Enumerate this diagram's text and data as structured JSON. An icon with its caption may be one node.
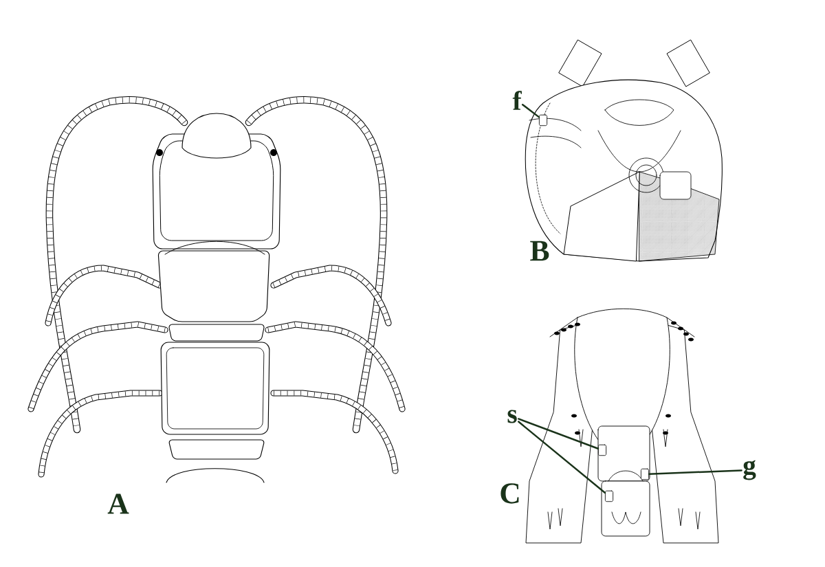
{
  "diagram": {
    "nodes": [
      {
        "text": [
          "f"
        ]
      },
      {
        "text": [],
        "shape": "box"
      },
      {
        "text": [
          "s"
        ]
      },
      {
        "text": [],
        "shape": "box"
      },
      {
        "text": [],
        "shape": "box"
      },
      {
        "text": [
          "g"
        ]
      },
      {
        "text": [],
        "shape": "box"
      }
    ],
    "edges": [
      {
        "from": 0,
        "to": 1,
        "arrow": "none"
      },
      {
        "from": 2,
        "to": 3,
        "arrow": "none"
      },
      {
        "from": 2,
        "to": 4,
        "arrow": "none"
      },
      {
        "from": 5,
        "to": 6,
        "arrow": "none"
      }
    ],
    "labels": [
      "B",
      "A",
      "C"
    ]
  }
}
